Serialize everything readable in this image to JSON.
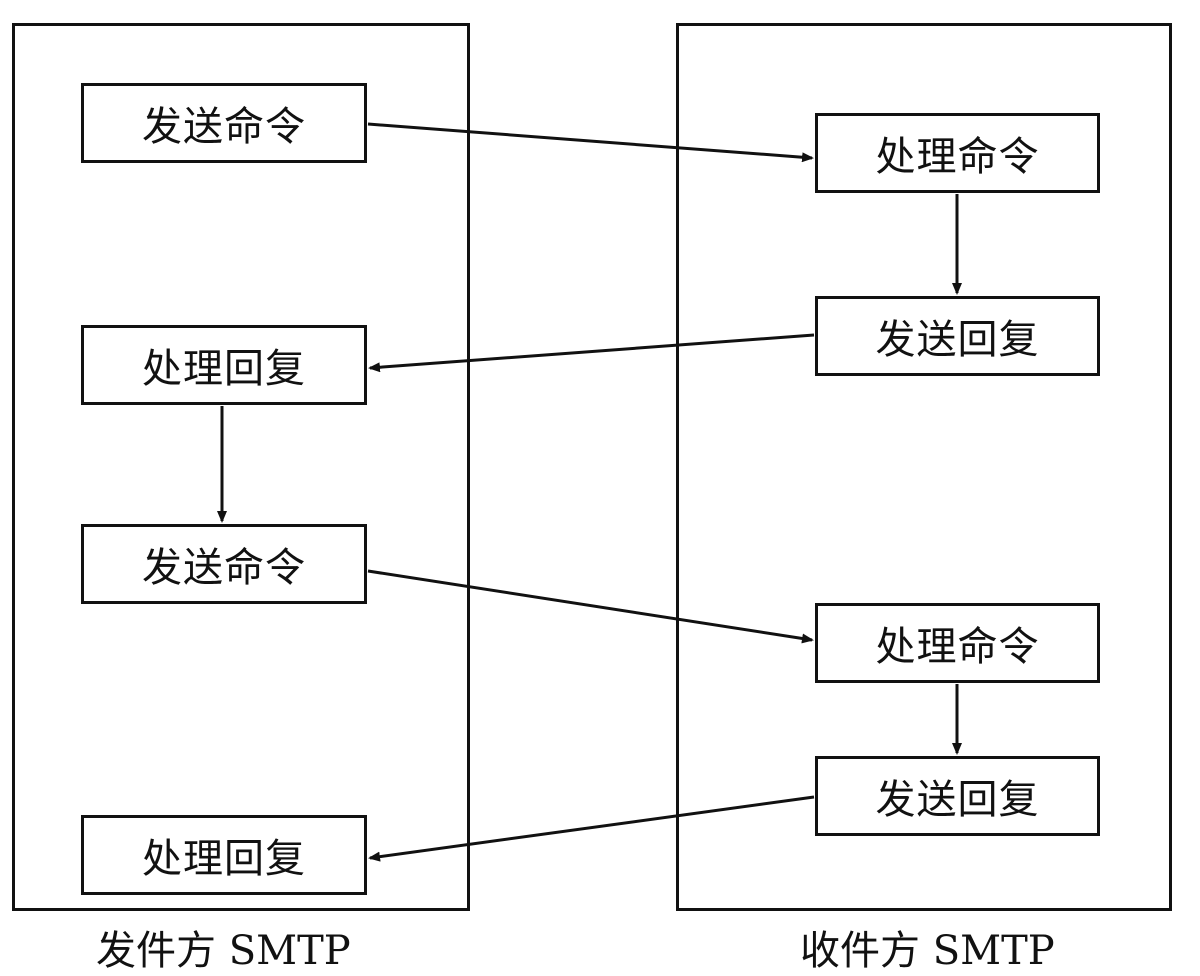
{
  "sender": {
    "caption": "发件方 SMTP",
    "steps": [
      "发送命令",
      "处理回复",
      "发送命令",
      "处理回复"
    ]
  },
  "receiver": {
    "caption": "收件方 SMTP",
    "steps": [
      "处理命令",
      "发送回复",
      "处理命令",
      "发送回复"
    ]
  },
  "arrows": [
    {
      "from": "sender-step-1",
      "to": "receiver-step-1",
      "label": ""
    },
    {
      "from": "receiver-step-1",
      "to": "receiver-step-2",
      "label": ""
    },
    {
      "from": "receiver-step-2",
      "to": "sender-step-2",
      "label": ""
    },
    {
      "from": "sender-step-2",
      "to": "sender-step-3",
      "label": ""
    },
    {
      "from": "sender-step-3",
      "to": "receiver-step-3",
      "label": ""
    },
    {
      "from": "receiver-step-3",
      "to": "receiver-step-4",
      "label": ""
    },
    {
      "from": "receiver-step-4",
      "to": "sender-step-4",
      "label": ""
    }
  ]
}
